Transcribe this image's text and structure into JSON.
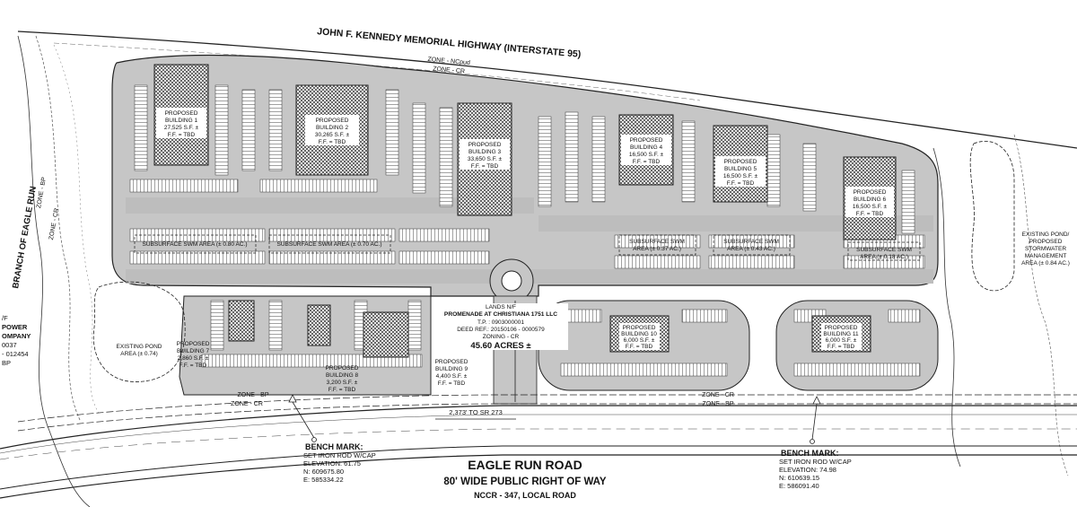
{
  "highway": {
    "label": "JOHN F. KENNEDY MEMORIAL HIGHWAY (INTERSTATE 95)"
  },
  "zones": {
    "ncpud": "ZONE - NCpud",
    "cr_top": "ZONE - CR",
    "cr_left": "ZONE - CR",
    "bp_left": "ZONE - BP",
    "bp_bottom_left": "ZONE - BP",
    "cr_bottom_left": "ZONE - CR",
    "cr_bottom_right": "ZONE - CR",
    "bp_bottom_right": "ZONE - BP"
  },
  "left_labels": {
    "branch": "BRANCH OF EAGLE RUN",
    "frag1": "/F",
    "frag2": "POWER",
    "frag3": "OMPANY",
    "frag4": "0037",
    "frag5": "- 012454",
    "frag6": "BP"
  },
  "buildings": [
    {
      "id": "b1",
      "lines": [
        "PROPOSED",
        "BUILDING 1",
        "27,525 S.F. ±",
        "F.F. = TBD"
      ]
    },
    {
      "id": "b2",
      "lines": [
        "PROPOSED",
        "BUILDING 2",
        "30,265 S.F. ±",
        "F.F. = TBD"
      ]
    },
    {
      "id": "b3",
      "lines": [
        "PROPOSED",
        "BUILDING 3",
        "33,650 S.F. ±",
        "F.F. = TBD"
      ]
    },
    {
      "id": "b4",
      "lines": [
        "PROPOSED",
        "BUILDING 4",
        "16,500 S.F. ±",
        "F.F. = TBD"
      ]
    },
    {
      "id": "b5",
      "lines": [
        "PROPOSED",
        "BUILDING 5",
        "16,500 S.F. ±",
        "F.F. = TBD"
      ]
    },
    {
      "id": "b6",
      "lines": [
        "PROPOSED",
        "BUILDING 6",
        "16,500 S.F. ±",
        "F.F. = TBD"
      ]
    },
    {
      "id": "b7",
      "lines": [
        "PROPOSED",
        "BUILDING 7",
        "2,860 S.F. ±",
        "F.F. = TBD"
      ]
    },
    {
      "id": "b8",
      "lines": [
        "PROPOSED",
        "BUILDING 8",
        "3,200 S.F. ±",
        "F.F. = TBD"
      ]
    },
    {
      "id": "b9",
      "lines": [
        "PROPOSED",
        "BUILDING 9",
        "4,400 S.F. ±",
        "F.F. = TBD"
      ]
    },
    {
      "id": "b10",
      "lines": [
        "PROPOSED",
        "BUILDING 10",
        "6,000 S.F. ±",
        "F.F. = TBD"
      ]
    },
    {
      "id": "b11",
      "lines": [
        "PROPOSED",
        "BUILDING 11",
        "6,000 S.F. ±",
        "F.F. = TBD"
      ]
    }
  ],
  "swm": {
    "a1": "SUBSURFACE SWM AREA (± 0.80 AC.)",
    "a2": "SUBSURFACE SWM AREA (± 0.70 AC.)",
    "a3": [
      "SUBSURFACE SWM",
      "AREA (± 0.37 AC.)"
    ],
    "a4": [
      "SUBSURFACE SWM",
      "AREA (± 0.43 AC.)"
    ],
    "a5": [
      "SUBSURFACE SWM",
      "AREA (± 0.18 AC.)"
    ]
  },
  "ponds": {
    "left": [
      "EXISTING POND",
      "AREA (± 0.74)"
    ],
    "right": [
      "EXISTING POND/",
      "PROPOSED",
      "STORMWATER",
      "MANAGEMENT",
      "AREA (± 0.84 AC.)"
    ]
  },
  "site_info": [
    "LANDS N/F",
    "PROMENADE AT CHRISTIANA 1751 LLC",
    "T.P. : 0903000001",
    "DEED REF.: 20150106 - 0000579",
    "ZONING - CR"
  ],
  "acreage": "45.60 ACRES ±",
  "distance": "2,373' TO SR 273",
  "benchmarks": {
    "left": {
      "title": "BENCH  MARK:",
      "lines": [
        "SET IRON ROD W/CAP",
        "ELEVATION: 61.75",
        "N: 609675.80",
        "E: 585334.22"
      ]
    },
    "right": {
      "title": "BENCH  MARK:",
      "lines": [
        "SET IRON ROD W/CAP",
        "ELEVATION: 74.98",
        "N: 610639.15",
        "E: 586091.40"
      ]
    }
  },
  "road": {
    "name": "EAGLE RUN ROAD",
    "row": "80' WIDE PUBLIC RIGHT OF WAY",
    "class": "NCCR - 347, LOCAL ROAD"
  }
}
